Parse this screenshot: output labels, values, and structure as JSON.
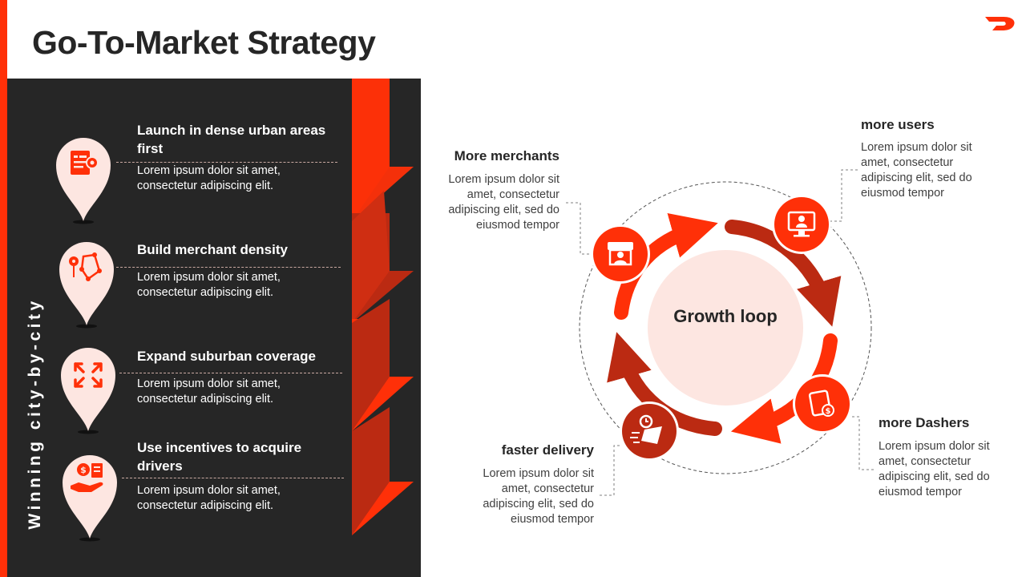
{
  "slide": {
    "title": "Go-To-Market Strategy",
    "logo_icon": "doordash-logo-icon",
    "accent_color": "#ff3008",
    "panel_color": "#262626"
  },
  "left_panel": {
    "vertical_label": "Winning city-by-city",
    "steps": [
      {
        "title": "Launch in dense urban areas first",
        "description": "Lorem ipsum dolor sit amet, consectetur adipiscing elit.",
        "icon": "city-plan-icon"
      },
      {
        "title": "Build merchant density",
        "description": "Lorem ipsum dolor sit amet, consectetur adipiscing elit.",
        "icon": "location-network-icon"
      },
      {
        "title": "Expand suburban coverage",
        "description": "Lorem ipsum dolor sit amet, consectetur adipiscing elit.",
        "icon": "expand-arrows-icon"
      },
      {
        "title": "Use incentives to acquire drivers",
        "description": "Lorem ipsum dolor sit amet, consectetur adipiscing elit.",
        "icon": "incentive-cash-hand-icon"
      }
    ]
  },
  "growth_loop": {
    "center_label": "Growth loop",
    "nodes": [
      {
        "heading": "More merchants",
        "description": "Lorem ipsum dolor sit amet, consectetur adipiscing elit, sed do eiusmod tempor",
        "icon": "storefront-icon"
      },
      {
        "heading": "more users",
        "description": "Lorem ipsum dolor sit amet, consectetur adipiscing elit, sed do eiusmod tempor",
        "icon": "user-monitor-icon"
      },
      {
        "heading": "more Dashers",
        "description": "Lorem ipsum dolor sit amet, consectetur adipiscing elit, sed do eiusmod tempor",
        "icon": "wallet-dollar-icon"
      },
      {
        "heading": "faster delivery",
        "description": "Lorem ipsum dolor sit amet, consectetur adipiscing elit, sed do eiusmod tempor",
        "icon": "fast-delivery-icon"
      }
    ]
  }
}
